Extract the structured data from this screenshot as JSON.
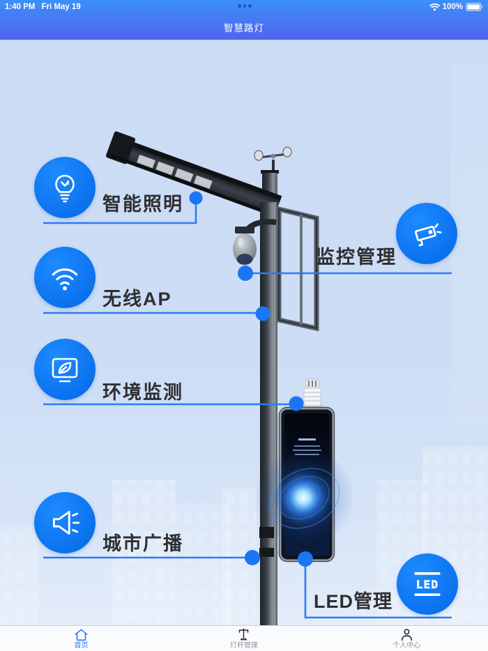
{
  "status_bar": {
    "time": "1:40 PM",
    "date": "Fri May 19",
    "battery_percent": "100%"
  },
  "nav_bar": {
    "title": "智慧路灯"
  },
  "features": [
    {
      "id": "smart-lighting",
      "label": "智能照明",
      "icon": "lightbulb-icon"
    },
    {
      "id": "surveillance",
      "label": "监控管理",
      "icon": "cctv-camera-icon"
    },
    {
      "id": "wireless-ap",
      "label": "无线AP",
      "icon": "wifi-icon"
    },
    {
      "id": "environment",
      "label": "环境监测",
      "icon": "monitor-leaf-icon"
    },
    {
      "id": "city-broadcast",
      "label": "城市广播",
      "icon": "speaker-icon"
    },
    {
      "id": "led-management",
      "label": "LED管理",
      "icon": "led-matrix-icon"
    }
  ],
  "tab_bar": {
    "tabs": [
      {
        "label": "首页",
        "icon": "home-icon",
        "active": true
      },
      {
        "label": "灯杆管理",
        "icon": "light-pole-icon",
        "active": false
      },
      {
        "label": "个人中心",
        "icon": "user-icon",
        "active": false
      }
    ]
  },
  "colors": {
    "accent_circle": "#0b72ee",
    "connector_line": "#2b7bf3",
    "nav_gradient_top": "#3a90f9",
    "nav_gradient_bottom": "#5263ef",
    "content_background": "#ccddf5",
    "label_text": "#2f2f31",
    "tab_active": "#2f7cf6",
    "tab_inactive": "#96969c"
  }
}
